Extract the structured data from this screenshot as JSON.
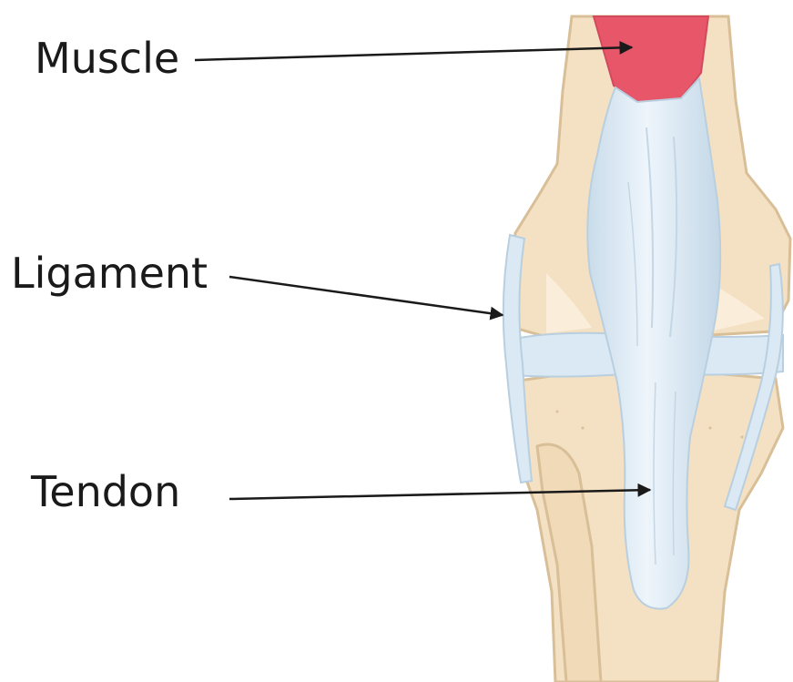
{
  "labels": {
    "muscle": "Muscle",
    "ligament": "Ligament",
    "tendon": "Tendon"
  },
  "colors": {
    "background": "#ffffff",
    "bone_fill": "#f4e1c3",
    "bone_outline": "#d8bf98",
    "muscle_fill": "#e8566a",
    "tissue_fill": "#dbe9f4",
    "tissue_highlight": "#eef5fb",
    "tissue_shadow": "#b9cfdf",
    "arrow": "#1a1a1a",
    "text": "#1a1a1a"
  }
}
